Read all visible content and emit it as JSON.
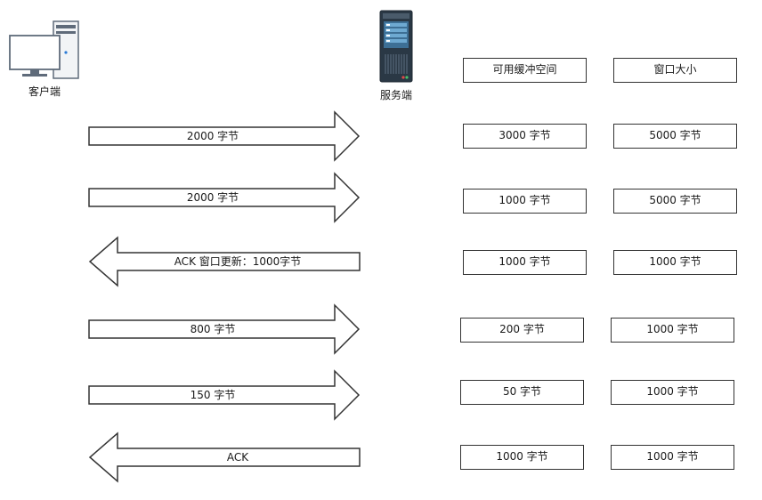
{
  "colors": {
    "stroke": "#333333",
    "fill": "#ffffff",
    "text": "#1a1a1a"
  },
  "nodes": {
    "client": {
      "label": "客户端",
      "icon": "desktop-computer-icon"
    },
    "server": {
      "label": "服务端",
      "icon": "server-tower-icon"
    }
  },
  "arrows": [
    {
      "direction": "right",
      "label": "2000 字节"
    },
    {
      "direction": "right",
      "label": "2000 字节"
    },
    {
      "direction": "left",
      "label": "ACK 窗口更新：1000字节"
    },
    {
      "direction": "right",
      "label": "800 字节"
    },
    {
      "direction": "right",
      "label": "150 字节"
    },
    {
      "direction": "left",
      "label": "ACK"
    }
  ],
  "table": {
    "headers": [
      "可用缓冲空间",
      "窗口大小"
    ],
    "rows": [
      [
        "3000 字节",
        "5000 字节"
      ],
      [
        "1000 字节",
        "5000 字节"
      ],
      [
        "1000 字节",
        "1000 字节"
      ],
      [
        "200 字节",
        "1000 字节"
      ],
      [
        "50 字节",
        "1000 字节"
      ],
      [
        "1000 字节",
        "1000 字节"
      ]
    ]
  }
}
